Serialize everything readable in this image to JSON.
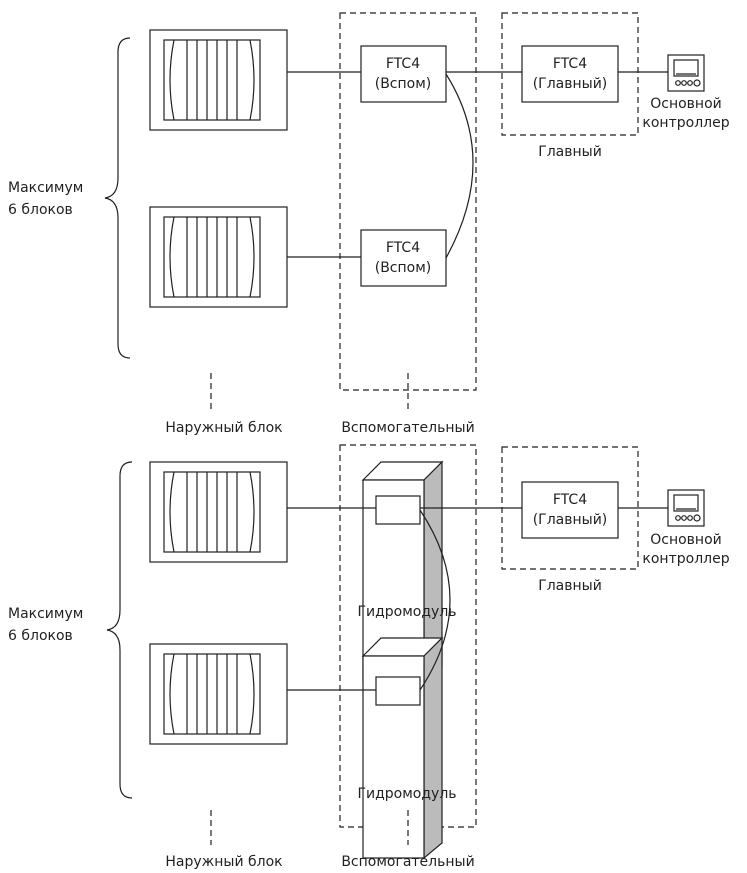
{
  "top": {
    "group_label_line1": "Максимум",
    "group_label_line2": "6 блоков",
    "sub_unit_1": {
      "line1": "FTC4",
      "line2": "(Вспом)"
    },
    "sub_unit_2": {
      "line1": "FTC4",
      "line2": "(Вспом)"
    },
    "main_unit": {
      "line1": "FTC4",
      "line2": "(Главный)"
    },
    "main_label": "Главный",
    "controller_line1": "Основной",
    "controller_line2": "контроллер",
    "outdoor_label": "Наружный блок",
    "aux_label": "Вспомогательный"
  },
  "bottom": {
    "group_label_line1": "Максимум",
    "group_label_line2": "6 блоков",
    "hydro_1": "Гидромодуль",
    "hydro_2": "Гидромодуль",
    "main_unit": {
      "line1": "FTC4",
      "line2": "(Главный)"
    },
    "main_label": "Главный",
    "controller_line1": "Основной",
    "controller_line2": "контроллер",
    "outdoor_label": "Наружный блок",
    "aux_label": "Вспомогательный"
  }
}
